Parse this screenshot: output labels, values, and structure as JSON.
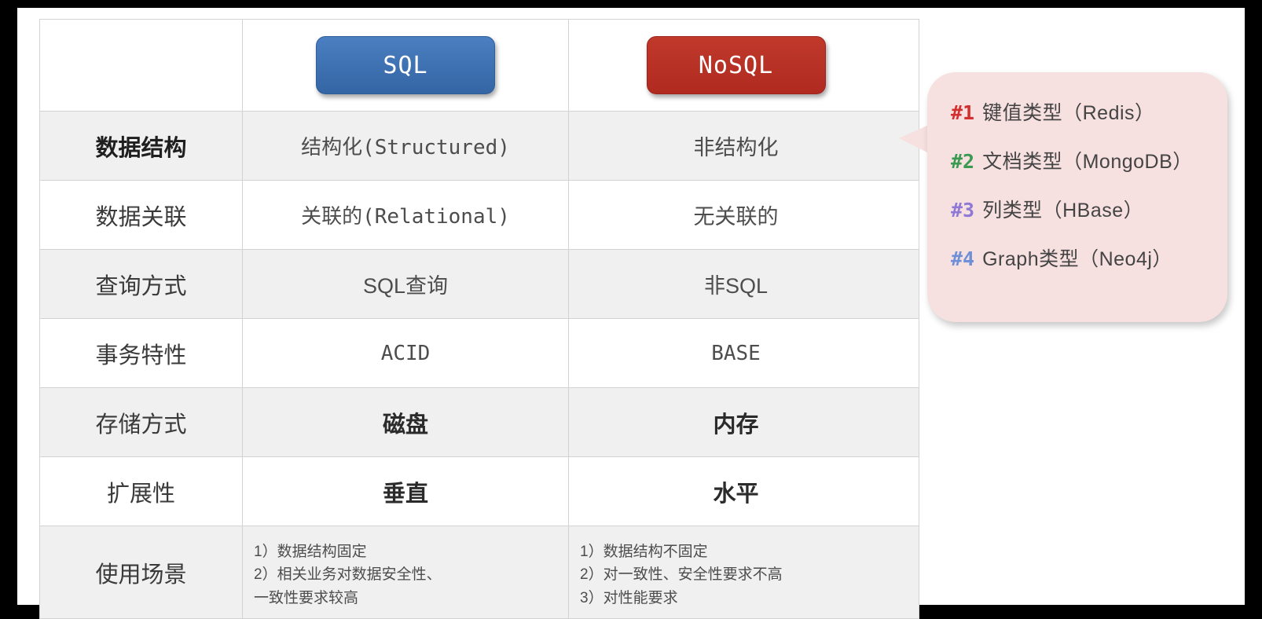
{
  "table": {
    "header": {
      "corner": "",
      "sql_label": "SQL",
      "nosql_label": "NoSQL",
      "sql_color": "#3465a4",
      "nosql_color": "#b02a20"
    },
    "rows": [
      {
        "label": "数据结构",
        "sql": "结构化(Structured)",
        "nosql": "非结构化",
        "shaded": true,
        "bold_label": true,
        "mono": true
      },
      {
        "label": "数据关联",
        "sql": "关联的(Relational)",
        "nosql": "无关联的",
        "shaded": false,
        "bold_label": false,
        "mono": true
      },
      {
        "label": "查询方式",
        "sql": "SQL查询",
        "nosql": "非SQL",
        "shaded": true,
        "bold_label": false,
        "mono": false
      },
      {
        "label": "事务特性",
        "sql": "ACID",
        "nosql": "BASE",
        "shaded": false,
        "bold_label": false,
        "mono": true
      },
      {
        "label": "存储方式",
        "sql": "磁盘",
        "nosql": "内存",
        "shaded": true,
        "bold_label": false,
        "bold_value": true
      },
      {
        "label": "扩展性",
        "sql": "垂直",
        "nosql": "水平",
        "shaded": false,
        "bold_label": false,
        "bold_value": true
      }
    ],
    "scene_row": {
      "label": "使用场景",
      "sql_items": [
        "1）数据结构固定",
        "2）相关业务对数据安全性、",
        "一致性要求较高"
      ],
      "nosql_items": [
        "1）数据结构不固定",
        "2）对一致性、安全性要求不高",
        "3）对性能要求"
      ],
      "shaded": true
    }
  },
  "callout": {
    "background": "#f7e0e0",
    "items": [
      {
        "num": "#1",
        "num_color": "#d32f2f",
        "text": "键值类型（Redis）"
      },
      {
        "num": "#2",
        "num_color": "#3a9a52",
        "text": "文档类型（MongoDB）"
      },
      {
        "num": "#3",
        "num_color": "#8e7ad6",
        "text": "列类型（HBase）"
      },
      {
        "num": "#4",
        "num_color": "#6f8fd6",
        "text": "Graph类型（Neo4j）"
      }
    ]
  }
}
